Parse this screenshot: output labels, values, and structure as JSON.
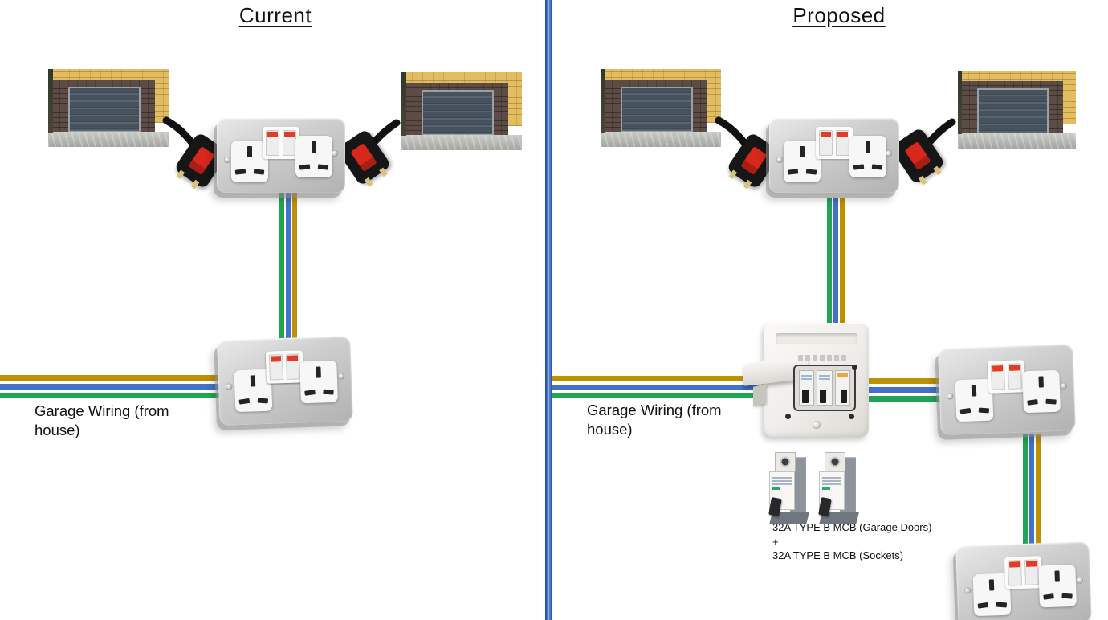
{
  "panels": {
    "current": {
      "title": "Current",
      "wiring_label": "Garage Wiring (from house)"
    },
    "proposed": {
      "title": "Proposed",
      "wiring_label": "Garage Wiring (from house)",
      "mcb_caption": {
        "line1": "32A TYPE B MCB (Garage Doors)",
        "line2": "+",
        "line3": "32A TYPE B MCB (Sockets)"
      }
    }
  },
  "colors": {
    "divider_blue": "#4472C4",
    "wire_live_brown": "#BF9000",
    "wire_neutral_blue": "#4472C4",
    "wire_earth_green": "#23A455",
    "plug_body_black": "#161616",
    "plug_fuse_red": "#D8281C",
    "socket_switch_red": "#E23B26",
    "socket_metal_grey": "#C9CBCD"
  }
}
